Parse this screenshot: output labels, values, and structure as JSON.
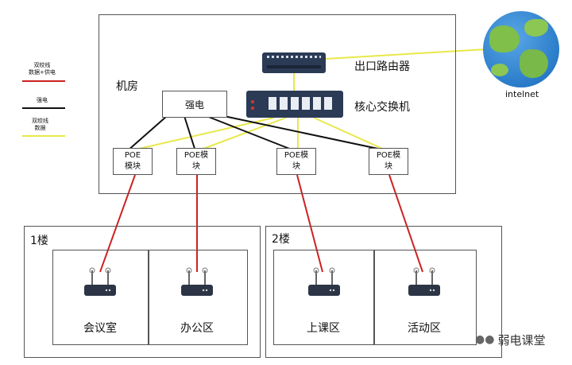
{
  "legend": {
    "item1": "双绞线\n数据+供电",
    "item2": "强电",
    "item3": "双绞线\n数据"
  },
  "machine_room_label": "机房",
  "router_label": "出口路由器",
  "core_switch_label": "核心交换机",
  "power_label": "强电",
  "internet_label": "intelnet",
  "poe_modules": [
    "POE\n模块",
    "POE模\n块",
    "POE模\n块",
    "POE模\n块"
  ],
  "floor1": {
    "label": "1楼",
    "rooms": [
      "会议室",
      "办公区"
    ]
  },
  "floor2": {
    "label": "2楼",
    "rooms": [
      "上课区",
      "活动区"
    ]
  },
  "watermark": "弱电课堂",
  "colors": {
    "data_power": "#cc2222",
    "power": "#111111",
    "data": "#e8e84a",
    "ap": "#333333"
  }
}
